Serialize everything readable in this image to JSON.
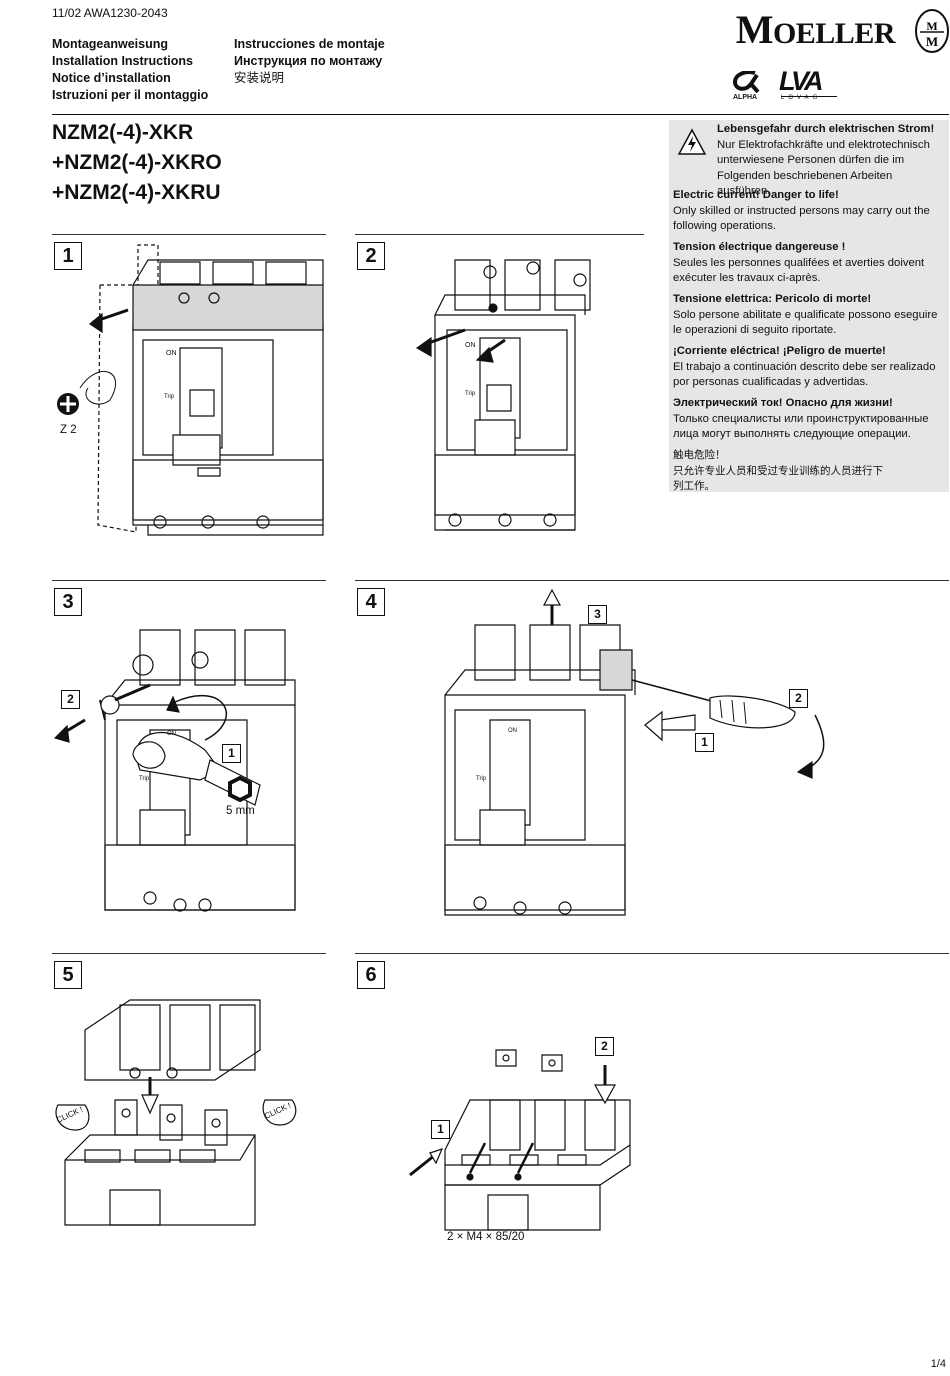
{
  "header": {
    "doc_number": "11/02 AWA1230-2043",
    "titles_left": [
      "Montageanweisung",
      "Installation Instructions",
      "Notice d’installation",
      "Istruzioni per il montaggio"
    ],
    "titles_right": [
      "Instrucciones de montaje",
      "Инструкция по монтажу",
      "安装说明"
    ],
    "brand": "Moeller",
    "brand_first": "M",
    "brand_rest": "OELLER",
    "alpha_label": "ALPHA",
    "lovag_label": "LOVAG",
    "lovag_mark": "LVA"
  },
  "product": {
    "lines": [
      "NZM2(-4)-XKR",
      "+NZM2(-4)-XKRO",
      "+NZM2(-4)-XKRU"
    ]
  },
  "warning": {
    "de_title": "Lebensgefahr durch elektrischen Strom!",
    "de_text": "Nur Elektrofachkräfte und elektrotechnisch unterwiesene Personen dürfen die im Folgenden beschriebenen Arbeiten ausführen.",
    "en_title": "Electric current! Danger to life!",
    "en_text": "Only skilled or instructed persons may carry out the following operations.",
    "fr_title": "Tension électrique dangereuse !",
    "fr_text": "Seules les personnes qualifées et averties doivent exécuter les travaux ci-après.",
    "it_title": "Tensione elettrica: Pericolo di morte!",
    "it_text": "Solo persone abilitate e qualificate possono eseguire le operazioni di seguito riportate.",
    "es_title": "¡Corriente eléctrica! ¡Peligro de muerte!",
    "es_text": "El trabajo a continuación descrito debe ser realizado por personas cualificadas y advertidas.",
    "ru_title": "Электрический ток! Опасно для жизни!",
    "ru_text": "Только специалисты или проинструктированные лица могут выполнять следующие операции.",
    "zh_title": "触电危险！",
    "zh_text": "只允许专业人员和受过专业训练的人员进行下列工作。"
  },
  "steps": {
    "s1": {
      "number": "1",
      "tool_label": "Z 2",
      "on_label": "ON",
      "trip_label": "Trip"
    },
    "s2": {
      "number": "2",
      "on_label": "ON",
      "trip_label": "Trip"
    },
    "s3": {
      "number": "3",
      "callout_1": "1",
      "callout_2": "2",
      "hex_label": "5 mm",
      "on_label": "ON",
      "trip_label": "Trip"
    },
    "s4": {
      "number": "4",
      "callout_1": "1",
      "callout_2": "2",
      "callout_3": "3",
      "on_label": "ON",
      "trip_label": "Trip"
    },
    "s5": {
      "number": "5",
      "click_left": "CLICK !",
      "click_right": "CLICK !"
    },
    "s6": {
      "number": "6",
      "callout_1": "1",
      "callout_2": "2",
      "screw_spec": "2 × M4 × 85/20"
    }
  },
  "footer": {
    "page": "1/4"
  }
}
